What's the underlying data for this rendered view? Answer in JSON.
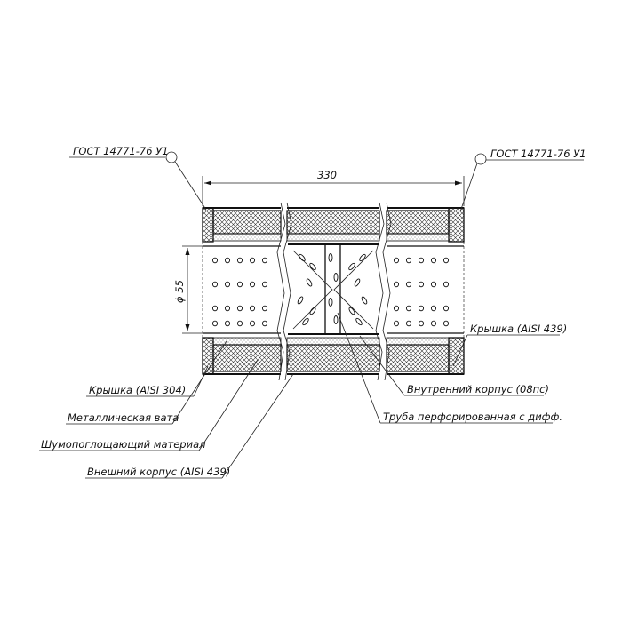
{
  "drawing": {
    "dimension_length": "330",
    "dimension_diameter": "ϕ 55",
    "labels": {
      "gost_left": "ГОСТ 14771-76 У1",
      "gost_right": "ГОСТ 14771-76 У1",
      "cap_left": "Крышка (AISI 304)",
      "cap_right": "Крышка (AISI 439)",
      "metal_wool": "Металлическая вата",
      "sound_absorbing": "Шумопоглощающий материал",
      "outer_shell": "Внешний корпус (AISI 439)",
      "inner_shell": "Внутренний корпус (08пс)",
      "perforated_pipe": "Труба перфорированная с дифф."
    }
  }
}
